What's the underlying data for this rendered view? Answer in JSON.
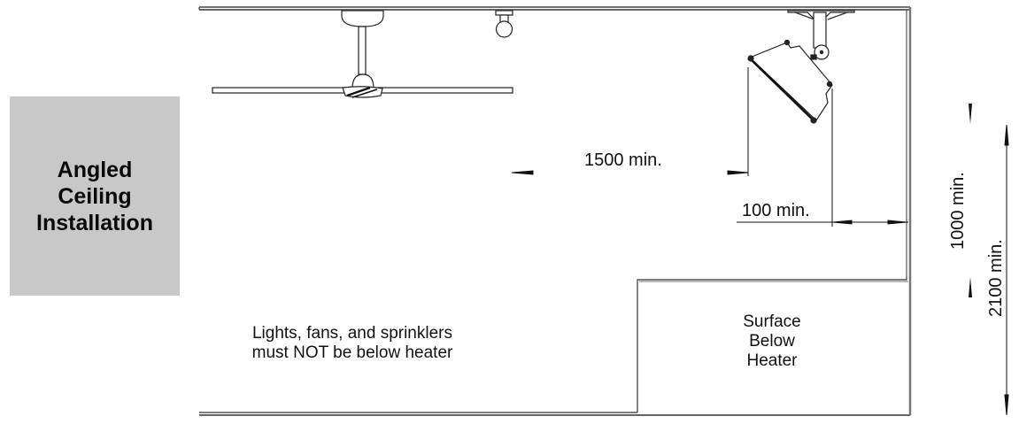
{
  "title": {
    "lines": [
      "Angled",
      "Ceiling",
      "Installation"
    ],
    "background": "#c8c8c8"
  },
  "fixtures": {
    "ceiling_fan": "ceiling-fan-icon",
    "light_bulb": "light-bulb-icon",
    "heater": "radiant-heater-icon"
  },
  "dimensions": {
    "horizontal_clearance": "1500 min.",
    "wall_clearance": "100 min.",
    "vertical_clearance": "1000 min.",
    "mounting_height": "2100 min."
  },
  "notes": {
    "warning_lines": [
      "Lights, fans, and sprinklers",
      "must NOT be below heater"
    ],
    "surface_lines": [
      "Surface",
      "Below",
      "Heater"
    ]
  },
  "colors": {
    "line": "#111111",
    "wall": "#6e6e6e"
  }
}
